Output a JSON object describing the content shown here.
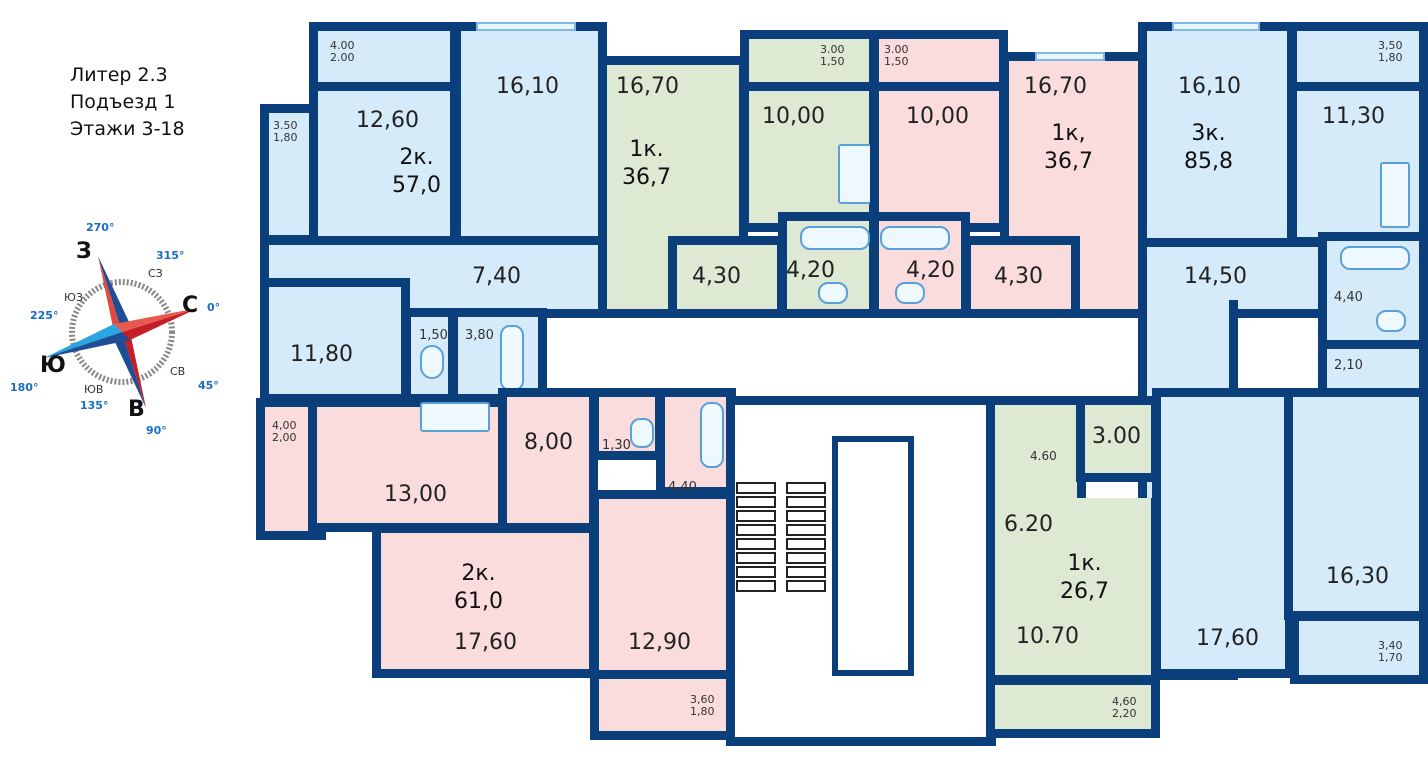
{
  "info": {
    "liter": "Литер 2.3",
    "entrance": "Подъезд 1",
    "floors": "Этажи 3-18"
  },
  "compass": {
    "north": "С",
    "east": "В",
    "south": "Ю",
    "west": "З",
    "ne": "СВ",
    "se": "ЮВ",
    "sw": "ЮЗ",
    "nw": "СЗ",
    "deg_n": "0°",
    "deg_e": "90°",
    "deg_s": "180°",
    "deg_w": "270°",
    "deg_ne": "45°",
    "deg_se": "135°",
    "deg_sw": "225°",
    "deg_nw": "315°"
  },
  "apartments": [
    {
      "type": "2к.",
      "area": "57,0",
      "rooms": [
        "4.00",
        "2.00",
        "12,60",
        "16,10",
        "3.50",
        "1,80",
        "7,40",
        "11,80",
        "1,50",
        "3,80"
      ]
    },
    {
      "type": "1к.",
      "area": "36,7",
      "rooms": [
        "16,70",
        "3.00",
        "1,50",
        "10,00",
        "4,30",
        "4,20"
      ]
    },
    {
      "type": "1к,",
      "area": "36,7",
      "rooms": [
        "3.00",
        "1,50",
        "10,00",
        "16,70",
        "4,20",
        "4,30"
      ]
    },
    {
      "type": "3к.",
      "area": "85,8",
      "rooms": [
        "16,10",
        "3,50",
        "1,80",
        "11,30",
        "14,50",
        "4,40",
        "2,10",
        "17,60",
        "16,30",
        "3,40",
        "1,70"
      ]
    },
    {
      "type": "2к.",
      "area": "61,0",
      "rooms": [
        "4,00",
        "2,00",
        "13,00",
        "8,00",
        "1,30",
        "4,40",
        "17,60",
        "12,90",
        "3,60",
        "1,80"
      ]
    },
    {
      "type": "1к.",
      "area": "26,7",
      "rooms": [
        "4.60",
        "3.00",
        "6.20",
        "10.70",
        "4,60",
        "2,20"
      ]
    }
  ],
  "colors": {
    "wall": "#0b3f7c",
    "blue": "#d5ebf9",
    "green": "#dde9d3",
    "pink": "#fadcdd"
  }
}
